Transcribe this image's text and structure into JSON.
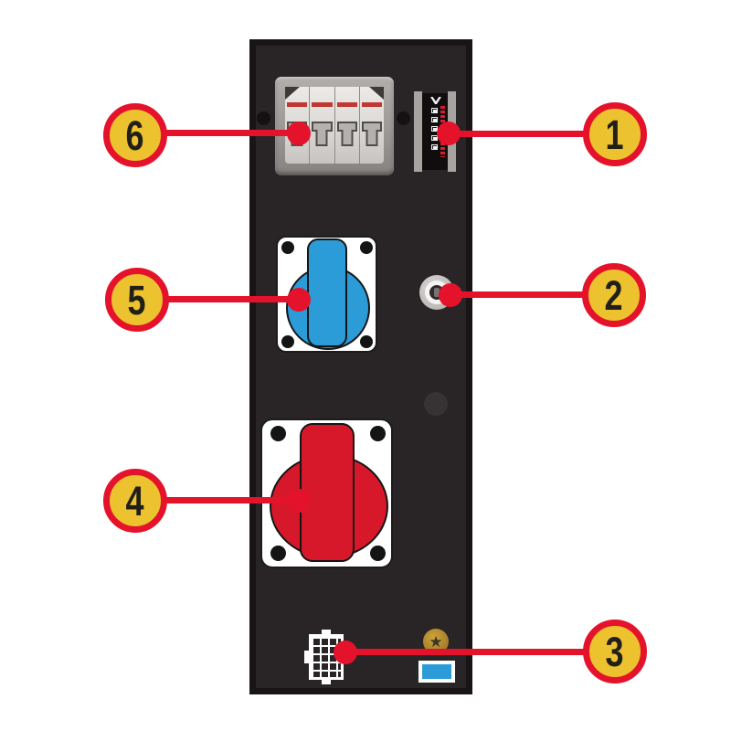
{
  "diagram": {
    "type": "annotated-product-diagram",
    "subject": "portable power distributor front panel",
    "background_color": "#ffffff",
    "panel_color": "#292526",
    "accent_red": "#e5122b",
    "callout_fill": "#ecc32f",
    "callout_text_color": "#211f17",
    "socket_blue": "#2b9cd8",
    "socket_red": "#d7182b"
  },
  "callouts": [
    {
      "number": "1",
      "side": "right",
      "target": "brand-label-strip"
    },
    {
      "number": "2",
      "side": "right",
      "target": "key-button"
    },
    {
      "number": "3",
      "side": "right",
      "target": "multipin-connector"
    },
    {
      "number": "4",
      "side": "left",
      "target": "red-cee-socket"
    },
    {
      "number": "5",
      "side": "left",
      "target": "blue-cee-socket"
    },
    {
      "number": "6",
      "side": "left",
      "target": "circuit-breaker"
    }
  ]
}
